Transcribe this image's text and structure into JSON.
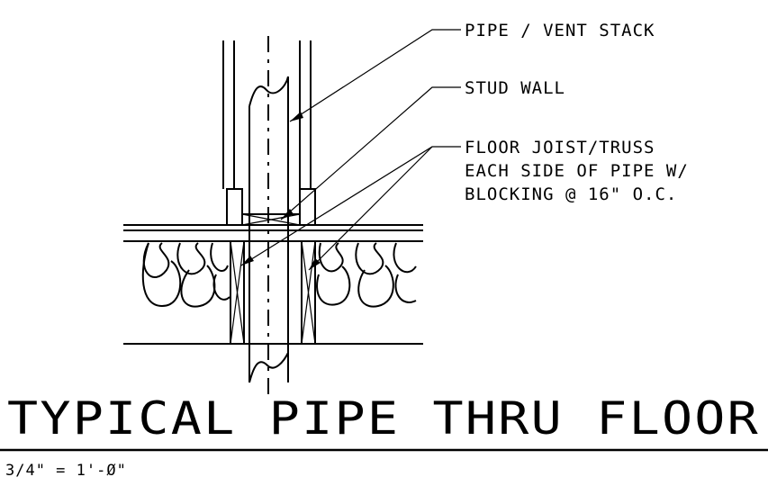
{
  "callouts": {
    "pipe": "PIPE / VENT STACK",
    "stud_wall": "STUD WALL",
    "joist_line1": "FLOOR JOIST/TRUSS",
    "joist_line2": "EACH SIDE OF PIPE W/",
    "joist_line3": "BLOCKING @ 16\" O.C."
  },
  "title": "TYPICAL PIPE THRU FLOOR",
  "scale": "3/4\" = 1'-Ø\"",
  "colors": {
    "ink": "#000000",
    "background": "#ffffff"
  }
}
